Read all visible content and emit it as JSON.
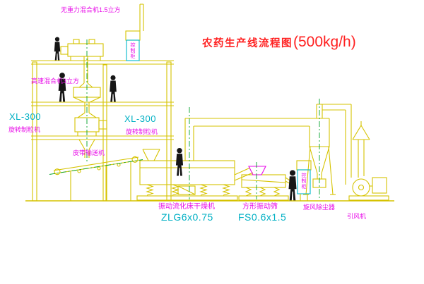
{
  "diagram": {
    "title": "农药生产线流程图",
    "capacity": "(500kg/h)"
  },
  "labels": {
    "top_mixer": "无重力混合机1.5立方",
    "high_speed_mixer": "高速混合机3立方",
    "granulator_left_model": "XL-300",
    "granulator_left_name": "旋转制粒机",
    "granulator_right_model": "XL-300",
    "granulator_right_name": "旋转制粒机",
    "belt_conveyor": "皮带输送机",
    "dryer_name": "振动流化床干燥机",
    "dryer_model": "ZLG6x0.75",
    "screen_name": "方形振动筛",
    "screen_model": "FS0.6x1.5",
    "cyclone_name": "旋风除尘器",
    "fan_name": "引风机",
    "control_panel_1": "控制柜",
    "control_panel_2": "控制柜"
  },
  "colors": {
    "linework_yellow": "#d6c300",
    "model_cyan": "#00b0c4",
    "label_magenta": "#e80ce8",
    "title_red": "#ff2121",
    "centerline_green": "#00a228",
    "figure_black": "#161616",
    "background": "#ffffff"
  },
  "worker_figures": 5
}
